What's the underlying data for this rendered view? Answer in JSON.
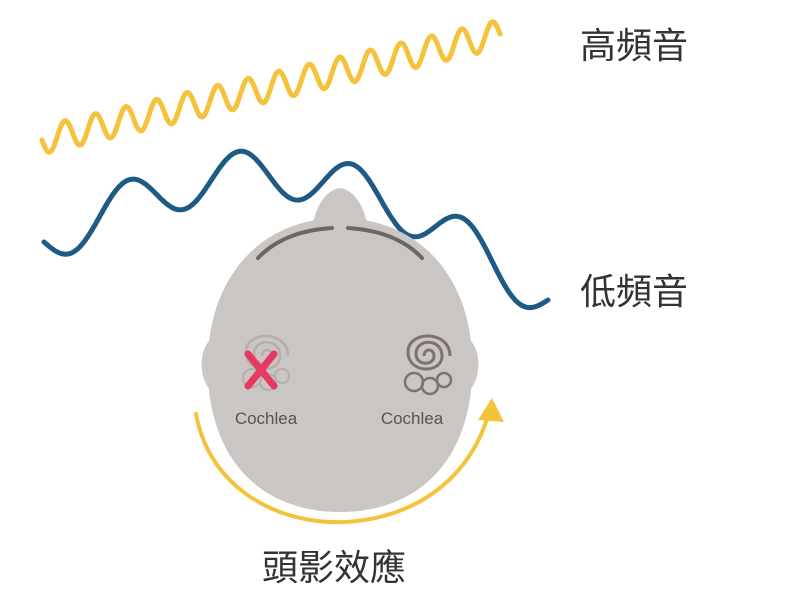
{
  "labels": {
    "high_freq": "高頻音",
    "low_freq": "低頻音",
    "left_cochlea": "Cochlea",
    "right_cochlea": "Cochlea",
    "head_shadow": "頭影效應"
  },
  "colors": {
    "high_wave": "#f4c23b",
    "low_wave": "#1d5a86",
    "head": "#cac6c3",
    "hair_line": "#6f6661",
    "cochlea_left": "#b6aeaa",
    "cochlea_right": "#7d726c",
    "cross": "#e63860",
    "arrow": "#f4c23b"
  },
  "icons": {
    "blocked_mark": "x-icon",
    "cochlea": "cochlea-spiral-icon"
  }
}
